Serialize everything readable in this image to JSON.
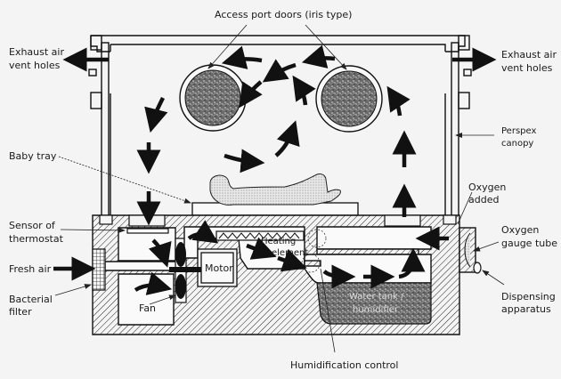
{
  "diagram": {
    "title": "Infant incubator cross-section with air circulation",
    "labels": {
      "access_ports": "Access port doors (iris type)",
      "exhaust_left_1": "Exhaust air",
      "exhaust_left_2": "vent holes",
      "exhaust_right_1": "Exhaust air",
      "exhaust_right_2": "vent holes",
      "perspex_1": "Perspex",
      "perspex_2": "canopy",
      "baby_tray": "Baby tray",
      "sensor_1": "Sensor of",
      "sensor_2": "thermostat",
      "fresh_air": "Fresh air",
      "bacterial_1": "Bacterial",
      "bacterial_2": "filter",
      "fan": "Fan",
      "motor": "Motor",
      "heating_1": "Heating",
      "heating_2": "element",
      "water_1": "Water tank /",
      "water_2": "humidifier",
      "humidification": "Humidification control",
      "oxygen_added_1": "Oxygen",
      "oxygen_added_2": "added",
      "oxygen_gauge_1": "Oxygen",
      "oxygen_gauge_2": "gauge tube",
      "dispensing_1": "Dispensing",
      "dispensing_2": "apparatus"
    },
    "colors": {
      "ink": "#111111",
      "paper": "#f4f4f4",
      "texture": "#555555"
    }
  }
}
